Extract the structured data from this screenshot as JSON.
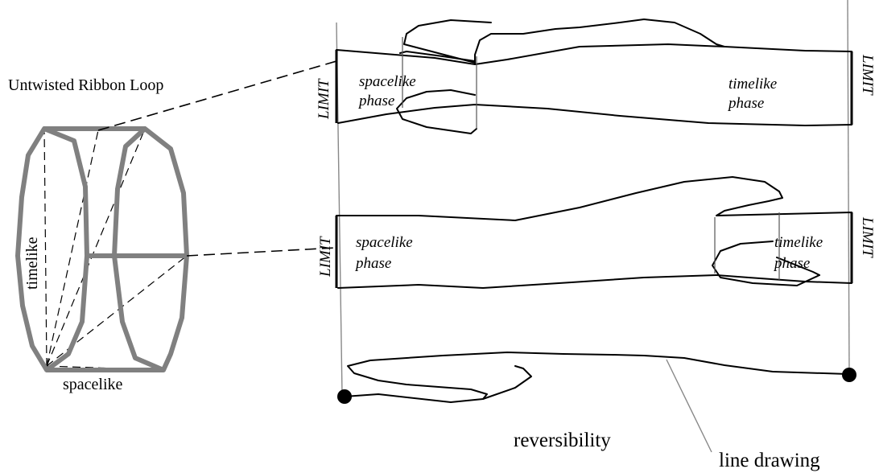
{
  "loop": {
    "title": "Untwisted Ribbon Loop",
    "axis_vertical": "timelike",
    "axis_horizontal": "spacelike"
  },
  "ribbon_top": {
    "left_limit": "LIMIT",
    "right_limit": "LIMIT",
    "left_phase_line1": "spacelike",
    "left_phase_line2": "phase",
    "right_phase_line1": "timelike",
    "right_phase_line2": "phase"
  },
  "ribbon_middle": {
    "left_limit": "LIMIT",
    "right_limit": "LIMIT",
    "left_phase_line1": "spacelike",
    "left_phase_line2": "phase",
    "right_phase_line1": "timelike",
    "right_phase_line2": "phase"
  },
  "bottom": {
    "reversibility_label": "reversibility",
    "line_drawing_label": "line drawing"
  },
  "colors": {
    "loop_stroke": "#808080",
    "ink": "#000000",
    "guide_line": "#888888"
  }
}
